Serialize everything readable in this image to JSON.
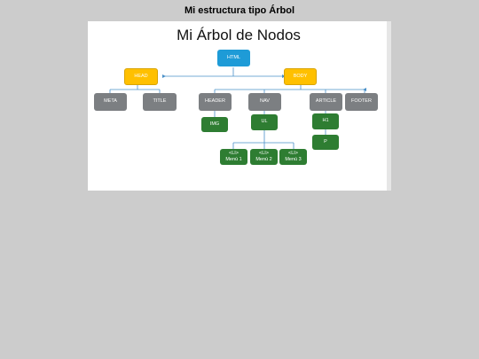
{
  "page": {
    "title": "Mi estructura tipo Árbol"
  },
  "slide": {
    "heading": "Mi Árbol de Nodos"
  },
  "nodes": {
    "html": "HTML",
    "head": "HEAD",
    "body": "BODY",
    "meta": "META",
    "title": "TITLE",
    "header": "HEADER",
    "nav": "NAV",
    "article": "ARTICLE",
    "footer": "FOOTER",
    "img": "IMG",
    "ul": "UL",
    "h1": "H1",
    "p": "P",
    "li1": "<LI>",
    "li2": "<LI>",
    "li3": "<LI>",
    "menu1": "Menú 1",
    "menu2": "Menú 2",
    "menu3": "Menú 3"
  },
  "colors": {
    "root": "#1e9bd7",
    "level1": "#ffc000",
    "level2": "#7c7f82",
    "leaf": "#2e7d32",
    "connector": "#4a90c8"
  }
}
